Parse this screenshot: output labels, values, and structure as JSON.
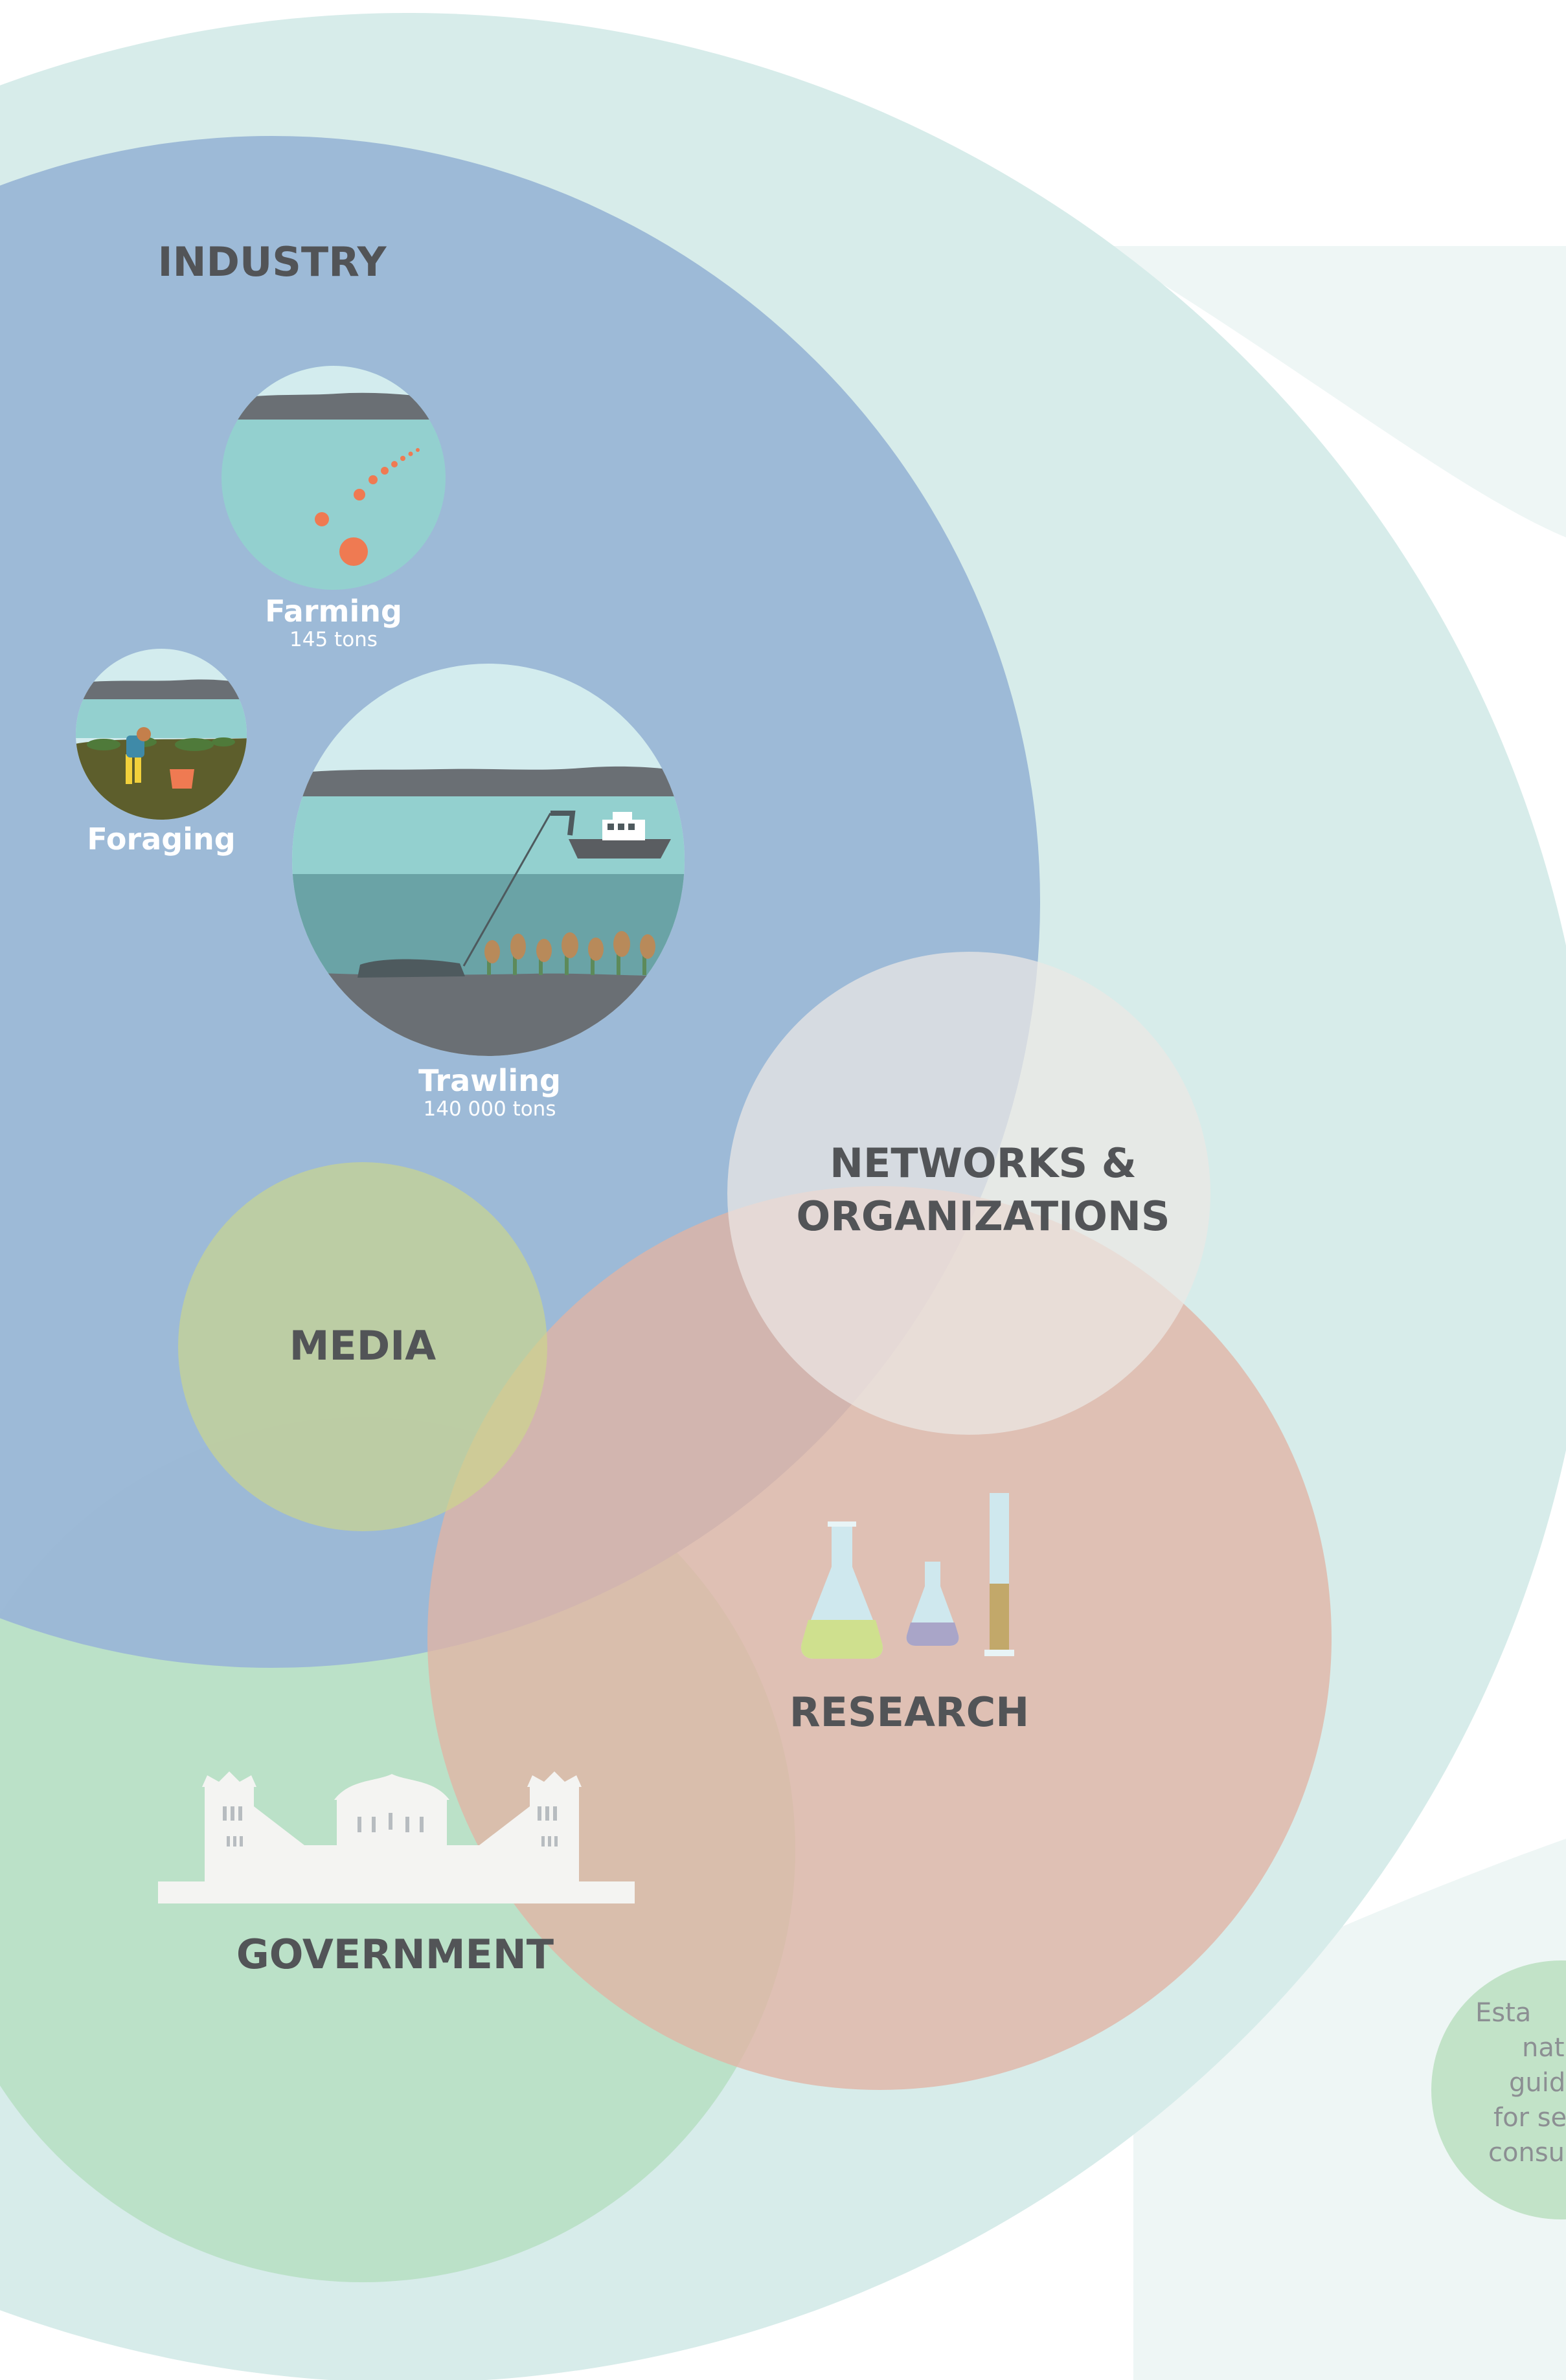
{
  "colors": {
    "outer": "#d7ecea",
    "industry": "#9bb8d6",
    "networks": "#e4e2e0",
    "research": "#e2bcac",
    "media": "#c3d08e",
    "government": "#b9e0c4",
    "label": "#525457",
    "accent": "#ef7a52"
  },
  "labels": {
    "industry": "INDUSTRY",
    "networks_line1": "NETWORKS &",
    "networks_line2": "ORGANIZATIONS",
    "media": "MEDIA",
    "research": "RESEARCH",
    "government": "GOVERNMENT"
  },
  "industry_items": [
    {
      "name": "Farming",
      "value": "145 tons",
      "icon": "buoy-line-icon"
    },
    {
      "name": "Foraging",
      "value": "",
      "icon": "forager-icon"
    },
    {
      "name": "Trawling",
      "value": "140 000 tons",
      "icon": "trawler-icon"
    }
  ],
  "icons": {
    "research": "lab-flasks-icon",
    "government": "parliament-building-icon"
  },
  "side_note_lines": [
    "Esta",
    "nat",
    "guid",
    "for se",
    "consu"
  ]
}
